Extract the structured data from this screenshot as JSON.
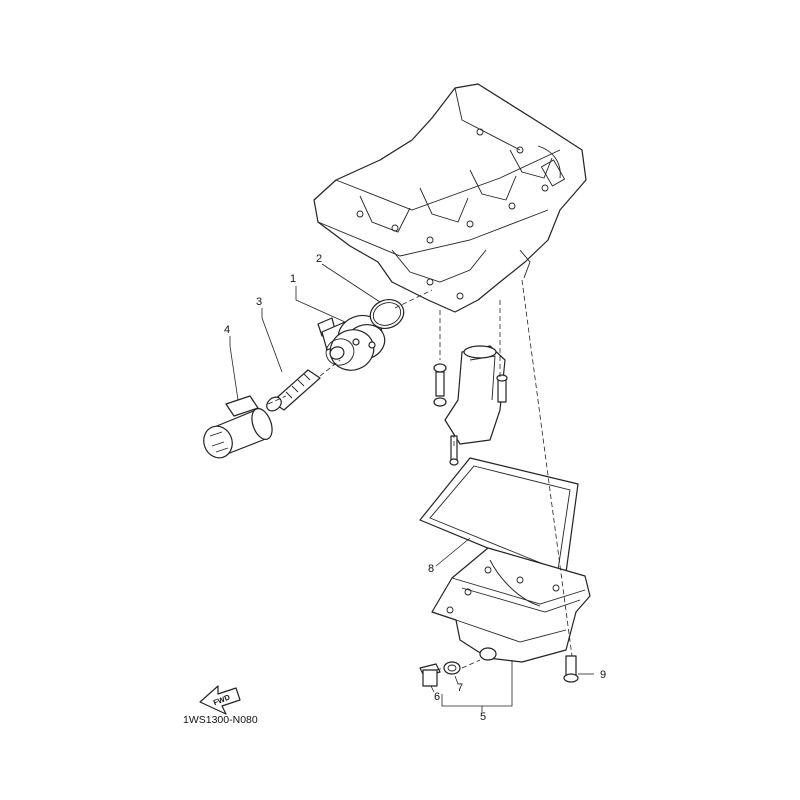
{
  "diagram": {
    "code": "1WS1300-N080",
    "fwd_label": "FWD",
    "callouts": [
      {
        "id": "1",
        "label": "1"
      },
      {
        "id": "2",
        "label": "2"
      },
      {
        "id": "3",
        "label": "3"
      },
      {
        "id": "4",
        "label": "4"
      },
      {
        "id": "5",
        "label": "5"
      },
      {
        "id": "6",
        "label": "6"
      },
      {
        "id": "7",
        "label": "7"
      },
      {
        "id": "8",
        "label": "8"
      },
      {
        "id": "9",
        "label": "9"
      }
    ]
  }
}
